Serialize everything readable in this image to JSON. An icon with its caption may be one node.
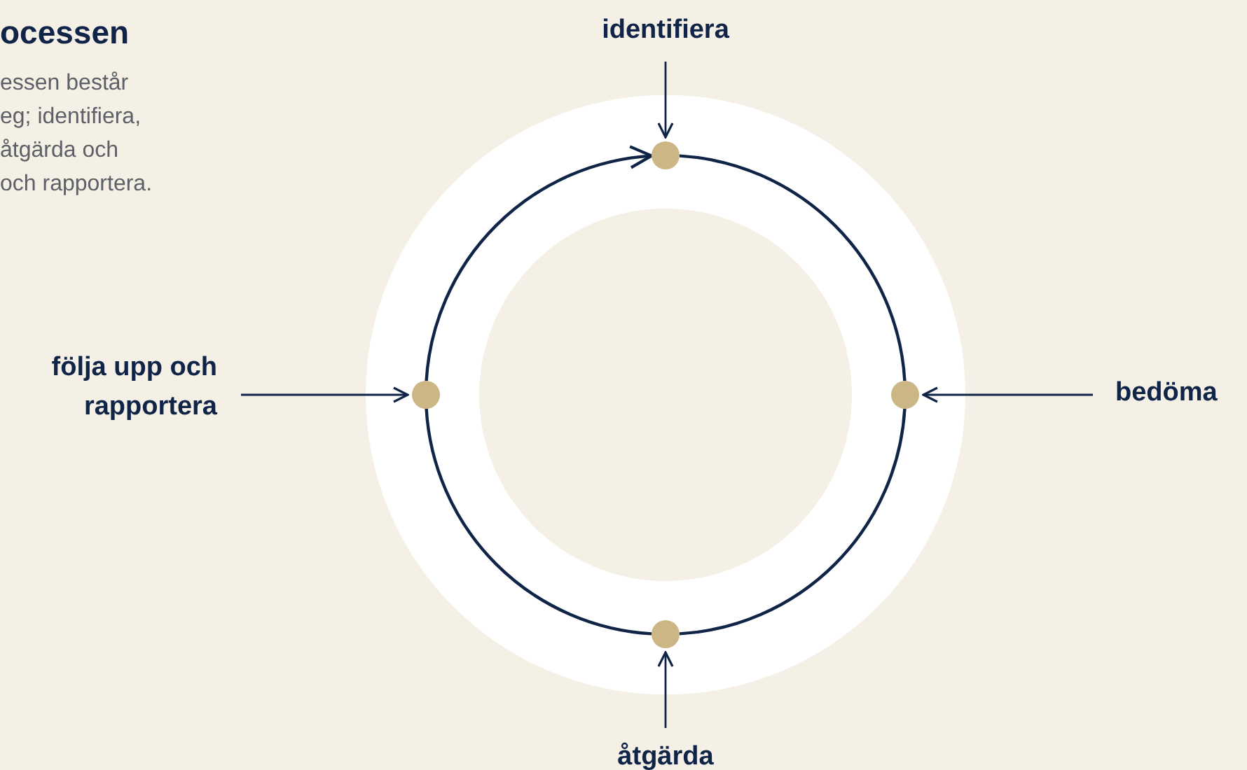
{
  "diagram": {
    "title": "ocessen",
    "nodes": [
      {
        "text": [
          "identifiera"
        ]
      },
      {
        "text": [],
        "shape": "circle"
      },
      {
        "text": [
          "bedöma"
        ]
      },
      {
        "text": [],
        "shape": "circle"
      },
      {
        "text": [
          "åtgärda"
        ]
      },
      {
        "text": [],
        "shape": "circle"
      },
      {
        "text": [
          "följa upp och rapportera"
        ]
      },
      {
        "text": [],
        "shape": "circle"
      }
    ],
    "edges": [
      {
        "from": 0,
        "to": 1,
        "arrow": "to"
      },
      {
        "from": 2,
        "to": 3,
        "arrow": "to"
      },
      {
        "from": 4,
        "to": 5,
        "arrow": "to"
      },
      {
        "from": 6,
        "to": 7,
        "arrow": "to"
      },
      {
        "from": 1,
        "to": 3,
        "arrow": "none"
      },
      {
        "from": 3,
        "to": 5,
        "arrow": "none"
      },
      {
        "from": 5,
        "to": 7,
        "arrow": "none"
      },
      {
        "from": 7,
        "to": 1,
        "arrow": "to"
      }
    ],
    "labels": [
      "essen består",
      "eg; identifiera,",
      "åtgärda och",
      "och rapportera."
    ]
  }
}
